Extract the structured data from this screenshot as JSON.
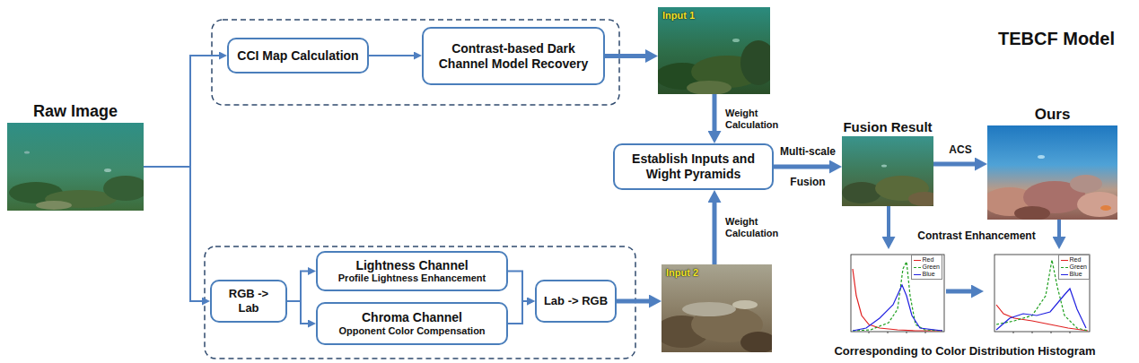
{
  "diagram": {
    "title": "TEBCF Model",
    "nodes": [
      {
        "text": [
          "Raw Image"
        ]
      },
      {
        "text": [
          "CCI Map Calculation"
        ]
      },
      {
        "text": [
          "Contrast-based Dark Channel Model Recovery"
        ]
      },
      {
        "text": [
          "Input 1"
        ]
      },
      {
        "text": [
          "Establish Inputs and Wight Pyramids"
        ]
      },
      {
        "text": [
          "Input 2"
        ]
      },
      {
        "text": [
          "RGB -> Lab"
        ]
      },
      {
        "text": [
          "Lightness Channel",
          "Profile Lightness Enhancement"
        ]
      },
      {
        "text": [
          "Chroma Channel",
          "Opponent Color Compensation"
        ]
      },
      {
        "text": [
          "Lab -> RGB"
        ]
      },
      {
        "text": [
          "Fusion Result"
        ]
      },
      {
        "text": [
          "Ours"
        ]
      },
      {
        "text": [
          "Red",
          "Green",
          "Blue"
        ]
      },
      {
        "text": [
          "Red",
          "Green",
          "Blue"
        ]
      }
    ],
    "edges": [
      {
        "from": 0,
        "to": 1,
        "arrow": "to"
      },
      {
        "from": 0,
        "to": 6,
        "arrow": "to"
      },
      {
        "from": 1,
        "to": 2,
        "arrow": "to"
      },
      {
        "from": 2,
        "to": 3,
        "arrow": "to"
      },
      {
        "from": 6,
        "to": 7,
        "arrow": "to"
      },
      {
        "from": 6,
        "to": 8,
        "arrow": "to"
      },
      {
        "from": 7,
        "to": 9,
        "arrow": "to"
      },
      {
        "from": 8,
        "to": 9,
        "arrow": "to"
      },
      {
        "from": 9,
        "to": 5,
        "arrow": "to"
      },
      {
        "from": 3,
        "to": 4,
        "label": "Weight Calculation",
        "arrow": "to"
      },
      {
        "from": 5,
        "to": 4,
        "label": "Weight Calculation",
        "arrow": "to"
      },
      {
        "from": 4,
        "to": 10,
        "label": "Multi-scale Fusion",
        "arrow": "to"
      },
      {
        "from": 10,
        "to": 11,
        "label": "ACS",
        "arrow": "to"
      },
      {
        "from": 10,
        "to": 12,
        "arrow": "to"
      },
      {
        "from": 11,
        "to": 13,
        "arrow": "to"
      },
      {
        "from": 12,
        "to": 13,
        "label": "Contrast Enhancement",
        "arrow": "to"
      }
    ],
    "labels": [
      "Corresponding to Color Distribution Histogram"
    ]
  }
}
